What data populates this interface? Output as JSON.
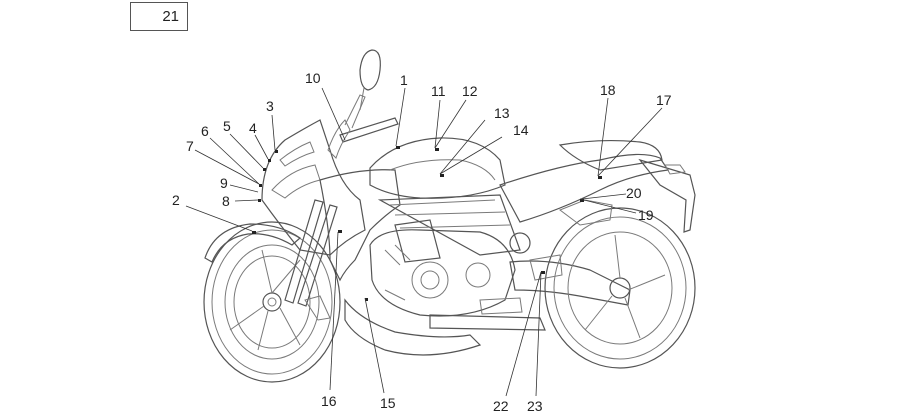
{
  "reference_box": {
    "label": "21"
  },
  "callouts": [
    {
      "id": "1",
      "label": "1"
    },
    {
      "id": "2",
      "label": "2"
    },
    {
      "id": "3",
      "label": "3"
    },
    {
      "id": "4",
      "label": "4"
    },
    {
      "id": "5",
      "label": "5"
    },
    {
      "id": "6",
      "label": "6"
    },
    {
      "id": "7",
      "label": "7"
    },
    {
      "id": "8",
      "label": "8"
    },
    {
      "id": "9",
      "label": "9"
    },
    {
      "id": "10",
      "label": "10"
    },
    {
      "id": "11",
      "label": "11"
    },
    {
      "id": "12",
      "label": "12"
    },
    {
      "id": "13",
      "label": "13"
    },
    {
      "id": "14",
      "label": "14"
    },
    {
      "id": "15",
      "label": "15"
    },
    {
      "id": "16",
      "label": "16"
    },
    {
      "id": "17",
      "label": "17"
    },
    {
      "id": "18",
      "label": "18"
    },
    {
      "id": "19",
      "label": "19"
    },
    {
      "id": "20",
      "label": "20"
    },
    {
      "id": "22",
      "label": "22"
    },
    {
      "id": "23",
      "label": "23"
    }
  ],
  "colors": {
    "line": "#7a7a7a",
    "text": "#222222",
    "background": "#ffffff"
  }
}
